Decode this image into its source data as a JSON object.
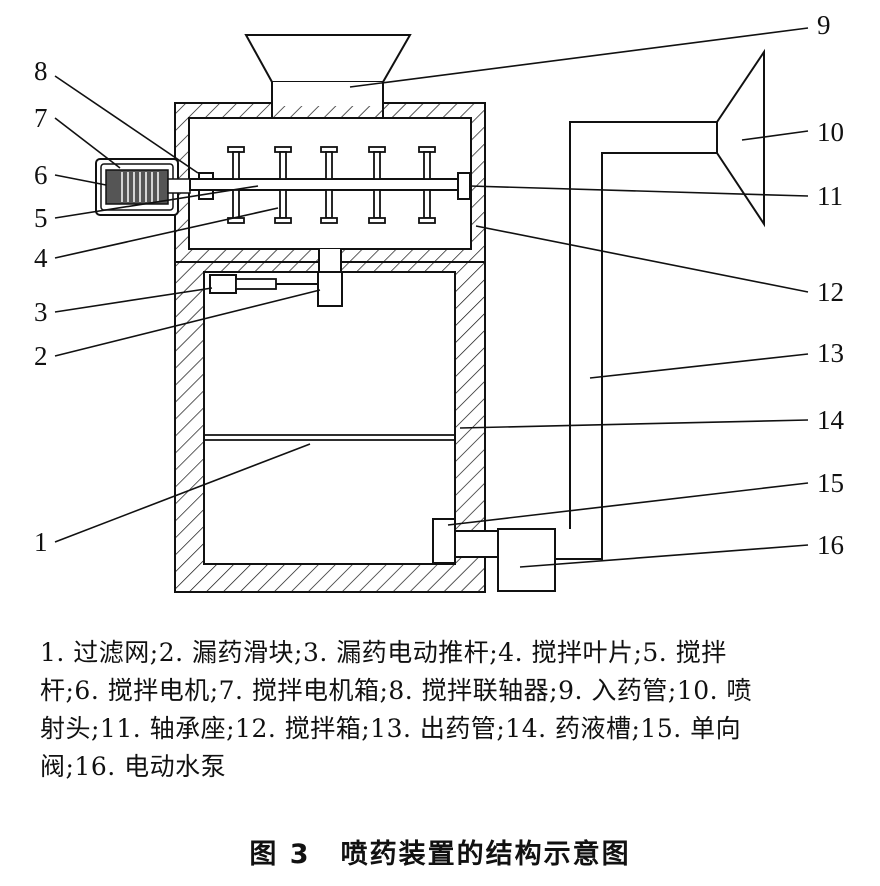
{
  "part_numbers": [
    "1",
    "2",
    "3",
    "4",
    "5",
    "6",
    "7",
    "8",
    "9",
    "10",
    "11",
    "12",
    "13",
    "14",
    "15",
    "16"
  ],
  "legend_lines": [
    "1. 过滤网;2. 漏药滑块;3. 漏药电动推杆;4. 搅拌叶片;5. 搅拌",
    "杆;6. 搅拌电机;7. 搅拌电机箱;8. 搅拌联轴器;9. 入药管;10. 喷",
    "射头;11. 轴承座;12. 搅拌箱;13. 出药管;14. 药液槽;15. 单向",
    "阀;16. 电动水泵"
  ],
  "figure_label": "图 3",
  "figure_title": "喷药装置的结构示意图"
}
